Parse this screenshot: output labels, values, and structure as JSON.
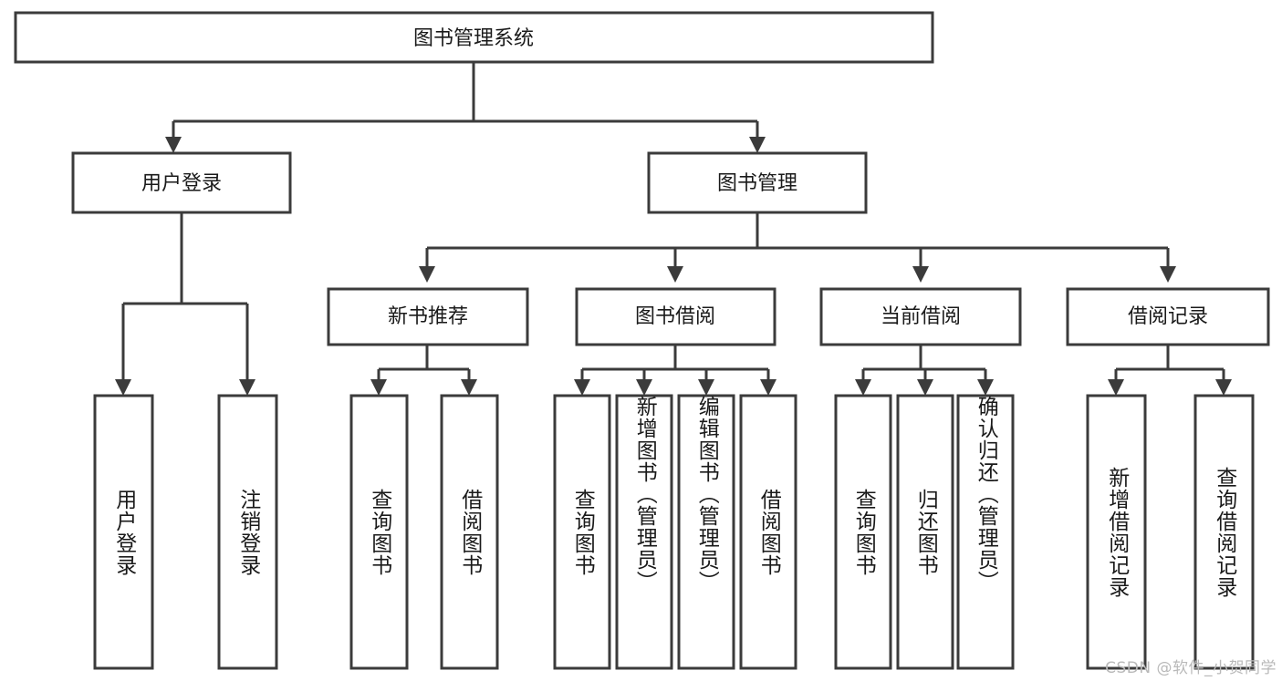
{
  "diagram": {
    "type": "tree-hierarchy",
    "title": "图书管理系统",
    "watermark": "CSDN @软件_小贺同学",
    "colors": {
      "stroke": "#3b3b3b",
      "fill": "#ffffff",
      "text": "#1a1a1a",
      "watermark": "#b9b9b9"
    },
    "root": {
      "label": "图书管理系统"
    },
    "level2": [
      {
        "label": "用户登录"
      },
      {
        "label": "图书管理"
      }
    ],
    "level3": [
      {
        "label": "新书推荐"
      },
      {
        "label": "图书借阅"
      },
      {
        "label": "当前借阅"
      },
      {
        "label": "借阅记录"
      }
    ],
    "leaves": {
      "user_login": [
        {
          "label": "用户登录"
        },
        {
          "label": "注销登录"
        }
      ],
      "new_book": [
        {
          "label": "查询图书"
        },
        {
          "label": "借阅图书"
        }
      ],
      "book_borrow": [
        {
          "label": "查询图书"
        },
        {
          "label": "新增图书（管理员）"
        },
        {
          "label": "编辑图书（管理员）"
        },
        {
          "label": "借阅图书"
        }
      ],
      "current_borrow": [
        {
          "label": "查询图书"
        },
        {
          "label": "归还图书"
        },
        {
          "label": "确认归还（管理员）"
        }
      ],
      "borrow_record": [
        {
          "label": "新增借阅记录"
        },
        {
          "label": "查询借阅记录"
        }
      ]
    }
  }
}
